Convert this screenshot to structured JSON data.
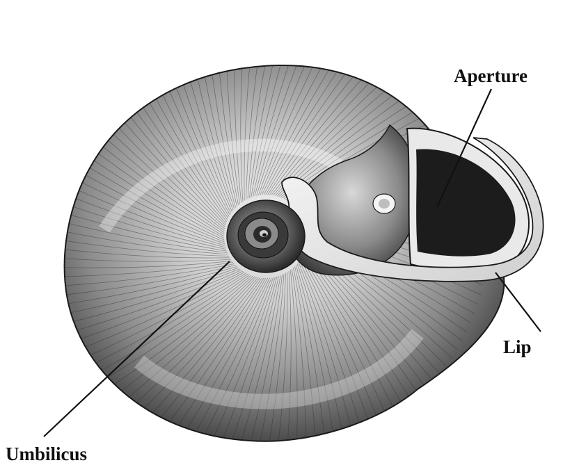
{
  "labels": {
    "aperture": "Aperture",
    "lip": "Lip",
    "umbilicus": "Umbilicus"
  },
  "illustration": {
    "subject": "snail-shell-icon",
    "style": "pen-and-ink stipple drawing",
    "colors": {
      "background": "#ffffff",
      "ink": "#1a1a1a",
      "shell_light": "#e8e8e8",
      "shell_mid": "#9a9a9a",
      "shell_dark": "#2a2a2a",
      "aperture_dark": "#1c1c1c"
    }
  }
}
